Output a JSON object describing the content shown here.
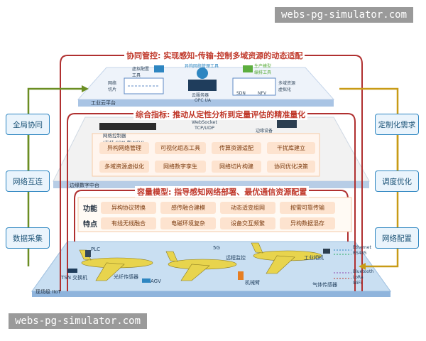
{
  "watermark": {
    "top": "webs-pg-simulator.com",
    "bottom": "webs-pg-simulator.com"
  },
  "left_column": [
    "全局协同",
    "网络互连",
    "数据采集"
  ],
  "right_column": [
    "定制化需求",
    "调度优化",
    "网络配置"
  ],
  "top_layer": {
    "title": "协同管控: 实现感知-传输-控制多域资源的动态适配",
    "platform": "工业云平台",
    "tools": {
      "virtual_config": "虚拟配置\n工具",
      "hetero_mgmt": "异构网络管理工具",
      "production_model": "生产模型\n编排工具",
      "slicing": "网络\n切片",
      "cloud_server": "云服务器",
      "opc": "OPC UA",
      "sdn": "SDN",
      "nfv": "NFV",
      "virtualization": "多域资源\n虚拟化"
    }
  },
  "middle_layer": {
    "title": "综合指标: 推动从定性分析到定量评估的精准量化",
    "platform": "边缘数字中台",
    "controller": "网络控制器\n(支持 SDN 和 NFV)",
    "protocols": "WebSocket\nTCP/UDP",
    "edge_device": "边缘设备",
    "items": [
      "异构网络管理",
      "可视化组态工具",
      "传算资源适配",
      "干扰库建立",
      "多域资源虚拟化",
      "网络数字孪生",
      "网络切片构建",
      "协同优化决策"
    ]
  },
  "bottom_layer": {
    "title": "容量模型: 指导感知网络部署、最优通信资源配置",
    "platform": "现场级 IIoT",
    "row_labels": [
      "功能",
      "特点"
    ],
    "functions": [
      "异构协议转换",
      "感传融合建模",
      "动态适变组网",
      "按需可靠传输"
    ],
    "features": [
      "有线无线融合",
      "电磁环境复杂",
      "设备交互频繁",
      "异构数据混存"
    ],
    "scene_labels": [
      "PLC",
      "AGV",
      "5G",
      "TSN 交换机",
      "机械臂",
      "光纤传感器",
      "工业相机",
      "Ethernet",
      "RS485",
      "Bluetooth",
      "LoRa",
      "WiFi",
      "远程监控",
      "气体传感器"
    ]
  },
  "colors": {
    "arrow_red": "#b03030",
    "arrow_green": "#6b8e23",
    "arrow_gold": "#c89b16",
    "side_blue": "#2e86c1"
  }
}
